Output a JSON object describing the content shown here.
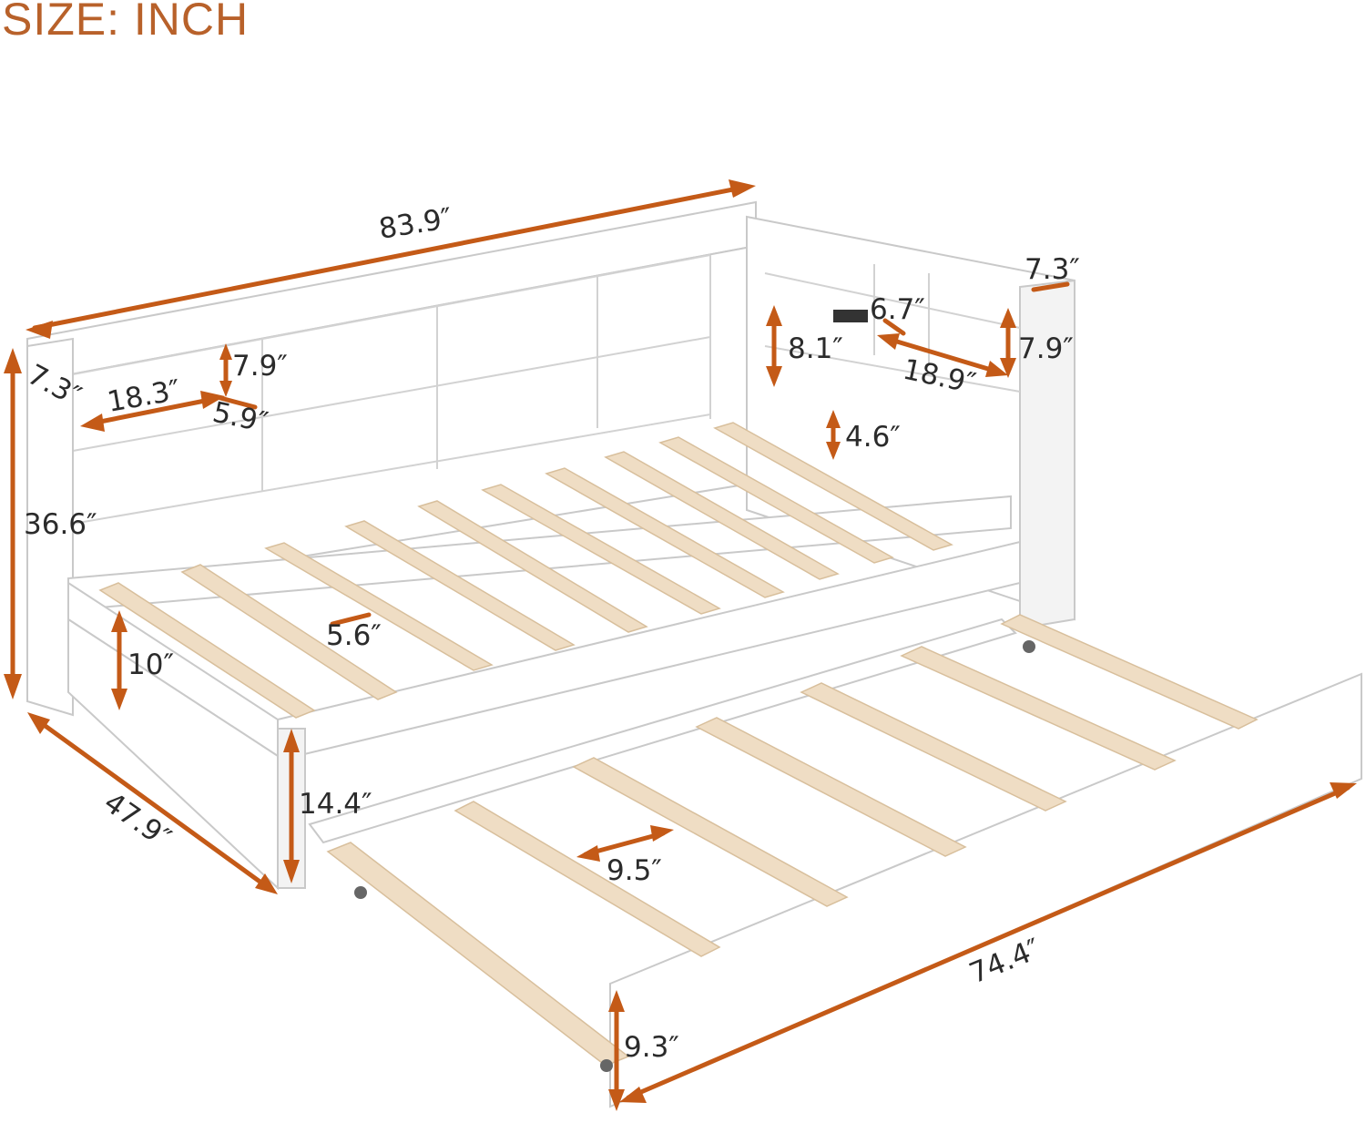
{
  "title": "SIZE: INCH",
  "colors": {
    "accent": "#c45a17",
    "title": "#b8612a",
    "slat": "#efddc4",
    "frame": "#ffffff"
  },
  "dimensions": {
    "overall_length": "83.9″",
    "side_depth_right": "7.3″",
    "side_depth_left": "7.3″",
    "usb_panel_height": "6.7″",
    "side_shelf_height_inner": "8.1″",
    "side_shelf_height_outer": "7.9″",
    "side_shelf_width": "18.9″",
    "rail_to_slat_gap": "4.6″",
    "shelf_width": "18.3″",
    "shelf_height": "7.9″",
    "shelf_depth": "5.9″",
    "overall_height": "36.6″",
    "slat_spacing": "5.6″",
    "bed_rail_height": "10″",
    "overall_width": "47.9″",
    "floor_clearance": "14.4″",
    "trundle_slat_spacing": "9.5″",
    "trundle_length": "74.4″",
    "trundle_height": "9.3″"
  }
}
